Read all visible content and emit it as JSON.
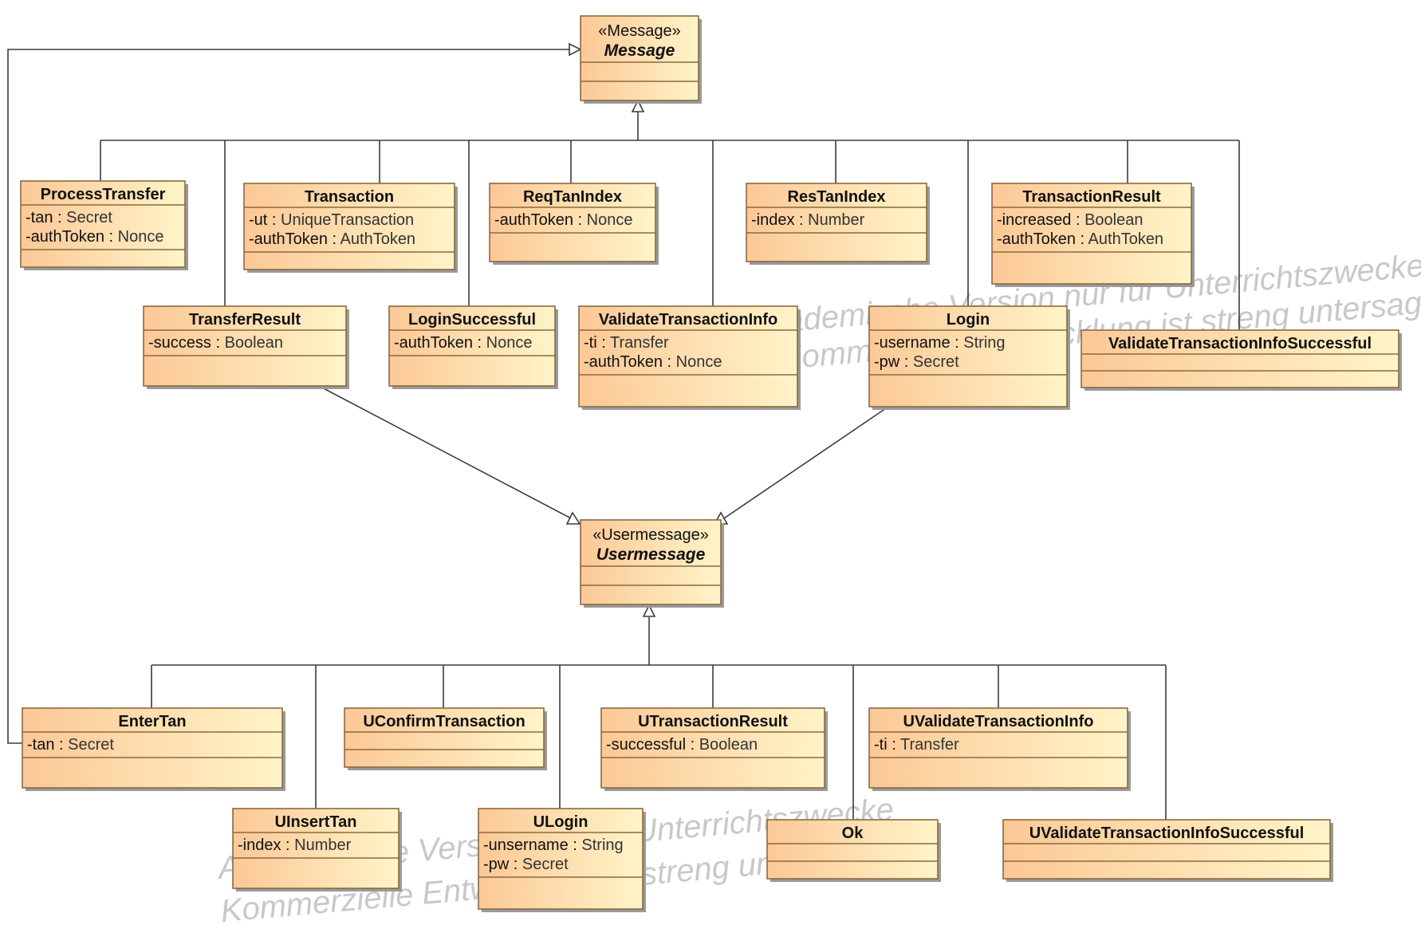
{
  "watermark": {
    "line1a": "Akademische Version nur für Unterrichtszwecke",
    "line2a": "Kommerzielle Entwicklung ist streng untersagt",
    "line1b": "Akademische Version nur für Unterrichtszwecke",
    "line2b": "Kommerzielle Entwicklung ist streng untersagt"
  },
  "classes": {
    "message": {
      "stereotype": "«Message»",
      "name": "Message",
      "abstract": true,
      "attrs": []
    },
    "usermessage": {
      "stereotype": "«Usermessage»",
      "name": "Usermessage",
      "abstract": true,
      "attrs": []
    },
    "process_transfer": {
      "name": "ProcessTransfer",
      "attrs": [
        {
          "name": "-tan",
          "type": "Secret"
        },
        {
          "name": "-authToken",
          "type": "Nonce"
        }
      ]
    },
    "transaction": {
      "name": "Transaction",
      "attrs": [
        {
          "name": "-ut",
          "type": "UniqueTransaction"
        },
        {
          "name": "-authToken",
          "type": "AuthToken"
        }
      ]
    },
    "req_tan_index": {
      "name": "ReqTanIndex",
      "attrs": [
        {
          "name": "-authToken",
          "type": "Nonce"
        }
      ]
    },
    "res_tan_index": {
      "name": "ResTanIndex",
      "attrs": [
        {
          "name": "-index",
          "type": "Number"
        }
      ]
    },
    "transaction_result": {
      "name": "TransactionResult",
      "attrs": [
        {
          "name": "-increased",
          "type": "Boolean"
        },
        {
          "name": "-authToken",
          "type": "AuthToken"
        }
      ]
    },
    "transfer_result": {
      "name": "TransferResult",
      "attrs": [
        {
          "name": "-success",
          "type": "Boolean"
        }
      ]
    },
    "login_successful": {
      "name": "LoginSuccessful",
      "attrs": [
        {
          "name": "-authToken",
          "type": "Nonce"
        }
      ]
    },
    "validate_transaction_info": {
      "name": "ValidateTransactionInfo",
      "attrs": [
        {
          "name": "-ti",
          "type": "Transfer"
        },
        {
          "name": "-authToken",
          "type": "Nonce"
        }
      ]
    },
    "login": {
      "name": "Login",
      "attrs": [
        {
          "name": "-username",
          "type": "String"
        },
        {
          "name": "-pw ",
          "type": "Secret"
        }
      ]
    },
    "validate_transaction_info_successful": {
      "name": "ValidateTransactionInfoSuccessful",
      "attrs": []
    },
    "enter_tan": {
      "name": "EnterTan",
      "attrs": [
        {
          "name": "-tan",
          "type": "Secret"
        }
      ]
    },
    "u_confirm_transaction": {
      "name": "UConfirmTransaction",
      "attrs": []
    },
    "u_transaction_result": {
      "name": "UTransactionResult",
      "attrs": [
        {
          "name": "-successful",
          "type": "Boolean"
        }
      ]
    },
    "u_validate_transaction_info": {
      "name": "UValidateTransactionInfo",
      "attrs": [
        {
          "name": "-ti",
          "type": "Transfer"
        }
      ]
    },
    "u_insert_tan": {
      "name": "UInsertTan",
      "attrs": [
        {
          "name": "-index",
          "type": "Number"
        }
      ]
    },
    "u_login": {
      "name": "ULogin",
      "attrs": [
        {
          "name": "-unsername",
          "type": "String"
        },
        {
          "name": "-pw ",
          "type": "Secret"
        }
      ]
    },
    "ok": {
      "name": "Ok",
      "attrs": []
    },
    "u_validate_transaction_info_successful": {
      "name": "UValidateTransactionInfoSuccessful",
      "attrs": []
    }
  },
  "generalizations": [
    {
      "child": "process_transfer",
      "parent": "message"
    },
    {
      "child": "transaction",
      "parent": "message"
    },
    {
      "child": "req_tan_index",
      "parent": "message"
    },
    {
      "child": "res_tan_index",
      "parent": "message"
    },
    {
      "child": "transaction_result",
      "parent": "message"
    },
    {
      "child": "transfer_result",
      "parent": "message"
    },
    {
      "child": "login_successful",
      "parent": "message"
    },
    {
      "child": "validate_transaction_info",
      "parent": "message"
    },
    {
      "child": "login",
      "parent": "message"
    },
    {
      "child": "validate_transaction_info_successful",
      "parent": "message"
    },
    {
      "child": "transfer_result",
      "parent": "usermessage"
    },
    {
      "child": "login",
      "parent": "usermessage"
    },
    {
      "child": "enter_tan",
      "parent": "message"
    },
    {
      "child": "enter_tan",
      "parent": "usermessage"
    },
    {
      "child": "u_insert_tan",
      "parent": "usermessage"
    },
    {
      "child": "u_confirm_transaction",
      "parent": "usermessage"
    },
    {
      "child": "u_login",
      "parent": "usermessage"
    },
    {
      "child": "u_transaction_result",
      "parent": "usermessage"
    },
    {
      "child": "ok",
      "parent": "usermessage"
    },
    {
      "child": "u_validate_transaction_info",
      "parent": "usermessage"
    },
    {
      "child": "u_validate_transaction_info_successful",
      "parent": "usermessage"
    }
  ]
}
